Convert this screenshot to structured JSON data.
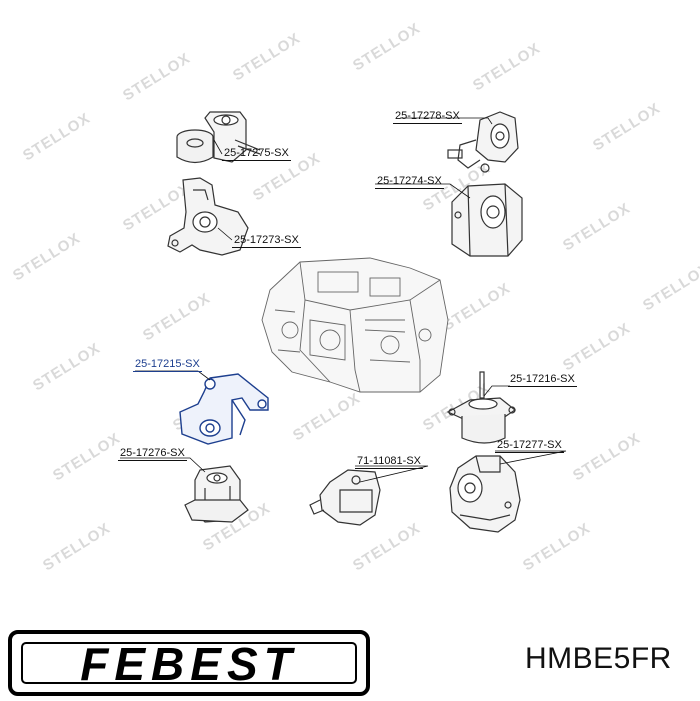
{
  "watermark_text": "STELLOX",
  "parts": [
    {
      "label": "25-17275-SX",
      "highlighted": false
    },
    {
      "label": "25-17273-SX",
      "highlighted": false
    },
    {
      "label": "25-17278-SX",
      "highlighted": false
    },
    {
      "label": "25-17274-SX",
      "highlighted": false
    },
    {
      "label": "25-17215-SX",
      "highlighted": true
    },
    {
      "label": "25-17216-SX",
      "highlighted": false
    },
    {
      "label": "25-17276-SX",
      "highlighted": false
    },
    {
      "label": "71-11081-SX",
      "highlighted": false
    },
    {
      "label": "25-17277-SX",
      "highlighted": false
    }
  ],
  "brand": {
    "name": "FEBEST",
    "color": "#000000"
  },
  "part_number": "HMBE5FR",
  "colors": {
    "highlight": "#1d3f8f",
    "line": "#222222",
    "watermark": "#d9d9d9"
  }
}
